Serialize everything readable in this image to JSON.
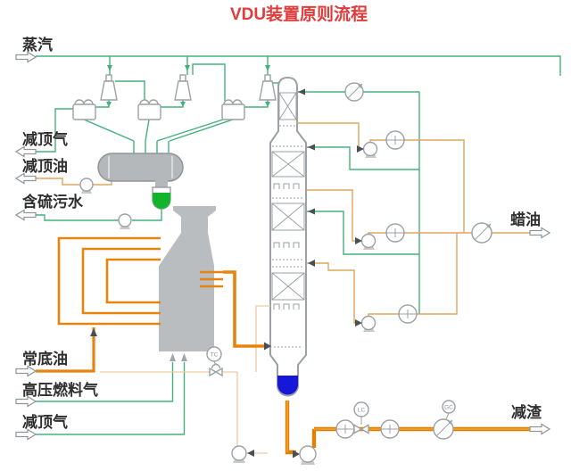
{
  "title": {
    "text": "VDU装置原则流程",
    "color": "#e23b3b"
  },
  "streams": {
    "steam": "蒸汽",
    "top_gas": "减顶气",
    "top_oil": "减顶油",
    "sour_water": "含硫污水",
    "atm_bottoms": "常底油",
    "hp_fuel_gas": "高压燃料气",
    "top_gas_fuel": "减顶气",
    "wax_oil": "蜡油",
    "residue": "减渣"
  },
  "instruments": {
    "temperature_controller": "TC",
    "level_controller": "LC",
    "aux_controller": "GC"
  },
  "colors": {
    "title_red": "#e23b3b",
    "process_green": "#46b07c",
    "hot_oil_orange": "#e8830f",
    "light_oil_orange": "#dfa55e",
    "pale_utility_line": "#eec9a3",
    "equipment_gray": "#9ba1a4",
    "vessel_fill_gray": "#b4b8ba",
    "tower_bottoms_blue": "#1518d9",
    "boot_liquid_green": "#12b42e"
  },
  "icons": {
    "steam-ejector-icon": "tapered-cone",
    "condenser-icon": "double-dome-box",
    "flash-drum-icon": "horizontal-capsule-with-boot",
    "furnace-icon": "gray-bottle-silhouette",
    "vacuum-tower-icon": "packed-column-with-x-beds",
    "pump-icon": "circle-with-base",
    "heat-exchanger-icon": "circle-with-tube-line",
    "cooler-icon": "circle-with-diagonal-arrow",
    "control-valve-icon": "bowtie",
    "flow-arrow-icon": "hollow-block-arrow"
  }
}
